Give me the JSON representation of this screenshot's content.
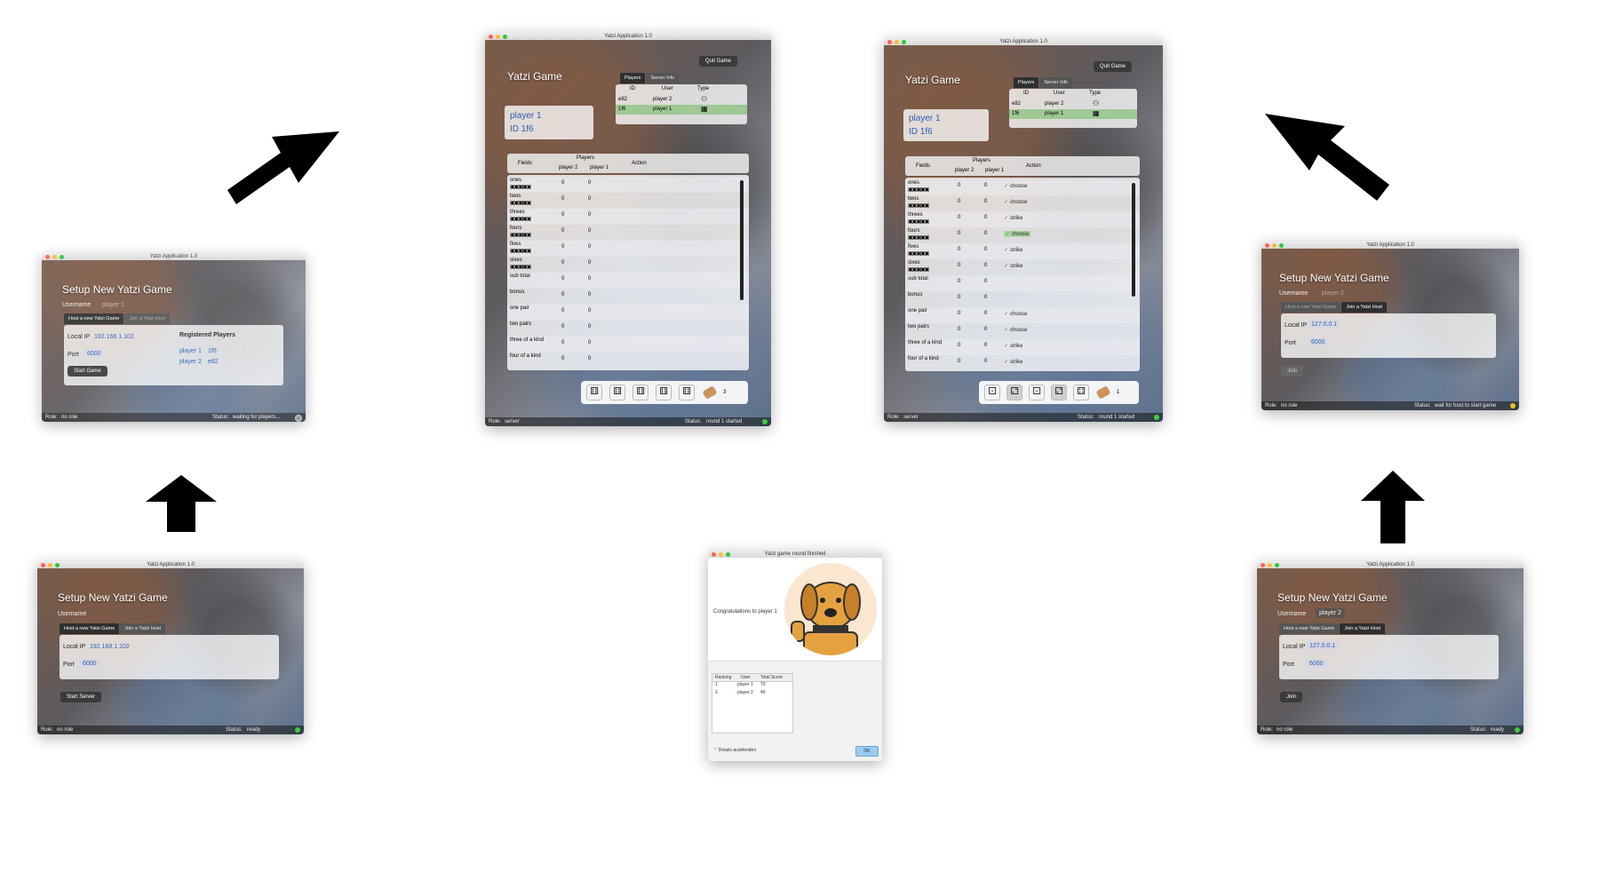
{
  "window_title": "Yatzi Application 1.0",
  "setup": {
    "title": "Setup New Yatzi Game",
    "username_label": "Username",
    "tab_host": "Host a new Yatzi Game",
    "tab_join": "Join a Yatzi Host",
    "local_ip_label": "Local IP",
    "port_label": "Port",
    "role_label": "Role:",
    "status_label": "Status:"
  },
  "w1": {
    "username": "",
    "local_ip": "192.168.1.102",
    "port": "6000",
    "button": "Start Server",
    "role": "no role",
    "status": "ready"
  },
  "w2": {
    "username": "player 1",
    "local_ip": "192.168.1.102",
    "port": "6000",
    "button": "Start Game",
    "registered_title": "Registered Players",
    "players": [
      {
        "name": "player 1",
        "id": "1f6"
      },
      {
        "name": "player 2",
        "id": "e82"
      }
    ],
    "role": "no role",
    "status": "waiting for players..."
  },
  "w3": {
    "username": "player 2",
    "local_ip": "127.0.0.1",
    "port": "6000",
    "button": "Join",
    "role": "no role",
    "status": "ready"
  },
  "w4": {
    "username": "player 2",
    "local_ip": "127.0.0.1",
    "port": "6000",
    "button": "Join",
    "role": "no role",
    "status": "wait for host to start game"
  },
  "game": {
    "title": "Yatzi Game",
    "quit": "Quit Game",
    "player_name": "player 1",
    "player_id": "ID  1f6",
    "tab_players": "Players",
    "tab_server": "Server Info",
    "ptable_headers": [
      "ID",
      "User",
      "Type"
    ],
    "ptable_rows": [
      {
        "id": "e82",
        "user": "player 2"
      },
      {
        "id": "1f6",
        "user": "player 1"
      }
    ],
    "score_headers": {
      "fields": "Fields",
      "players": "Players",
      "p2": "player 2",
      "p1": "player 1",
      "action": "Action"
    },
    "fields": [
      "ones",
      "twos",
      "threes",
      "fours",
      "fives",
      "sixes",
      "sub total",
      "bonus",
      "one pair",
      "two pairs",
      "three of a kind",
      "four of a kind"
    ],
    "score": "0",
    "role": "server",
    "status": "round 1 started"
  },
  "g1": {
    "rolls_left": "3",
    "dice": [
      "⚅",
      "⚅",
      "⚅",
      "⚅",
      "⚅"
    ]
  },
  "g2": {
    "rolls_left": "1",
    "dice": [
      "⚀",
      "⚁",
      "⚀",
      "⚁",
      "⚃"
    ],
    "actions": [
      "choose",
      "choose",
      "strike",
      "choose",
      "strike",
      "strike",
      "",
      "",
      "choose",
      "choose",
      "strike",
      "strike"
    ]
  },
  "dialog": {
    "title": "Yatzi game round finished",
    "message": "Congratulations to player 1",
    "headers": [
      "Ranking",
      "User",
      "Total Score"
    ],
    "rows": [
      {
        "rank": "1",
        "user": "player 1",
        "score": "70"
      },
      {
        "rank": "2",
        "user": "player 2",
        "score": "40"
      }
    ],
    "details": "Details ausblenden",
    "ok": "OK"
  }
}
